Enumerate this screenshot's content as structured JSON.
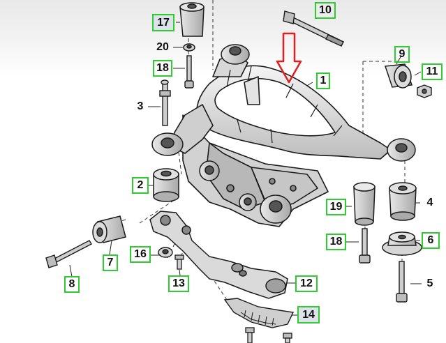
{
  "callouts": {
    "c1": "1",
    "c2": "2",
    "c3": "3",
    "c4": "4",
    "c5": "5",
    "c6": "6",
    "c7": "7",
    "c8": "8",
    "c9": "9",
    "c10": "10",
    "c11": "11",
    "c12": "12",
    "c13": "13",
    "c14": "14",
    "c16": "16",
    "c17": "17",
    "c18a": "18",
    "c18b": "18",
    "c19": "19",
    "c20": "20"
  },
  "colors": {
    "callout_border": "#2ecc2e",
    "callout_fill": "#dde3ea",
    "arrow": "#e02020",
    "parts": "#1a1a1a"
  },
  "annotation_arrow": "red-down-arrow-icon"
}
